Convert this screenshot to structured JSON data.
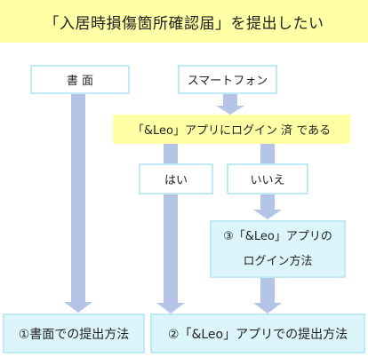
{
  "colors": {
    "title_bg": "#ffffa5",
    "condition_bg": "#ffffa5",
    "box_border": "#bfe9f5",
    "result_bg": "#dcf5fb",
    "arrow": "#b4c4e6"
  },
  "title": "「入居時損傷箇所確認届」を提出したい",
  "methods": {
    "paper": "書 面",
    "smartphone": "スマートフォン"
  },
  "condition": "「&Leo」アプリにログイン 済 である",
  "answers": {
    "yes": "はい",
    "no": "いいえ"
  },
  "login_method": {
    "line1": "③「&Leo」アプリの",
    "line2": "ログイン方法"
  },
  "results": {
    "paper_method": "①書面での提出方法",
    "app_method": "②「&Leo」アプリでの提出方法"
  }
}
